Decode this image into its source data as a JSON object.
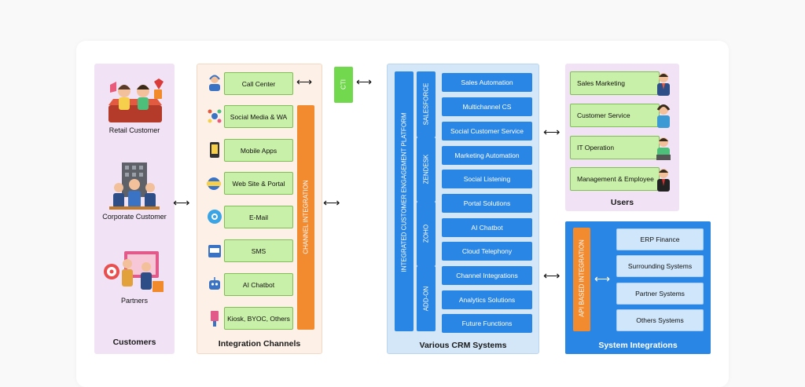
{
  "customers": {
    "title": "Customers",
    "items": [
      "Retail Customer",
      "Corporate Customer",
      "Partners"
    ]
  },
  "channels": {
    "title": "Integration Channels",
    "bar_label": "CHANNEL INTEGRATION",
    "items": [
      "Call Center",
      "Social Media & WA",
      "Mobile Apps",
      "Web Site & Portal",
      "E-Mail",
      "SMS",
      "AI Chatbot",
      "Kiosk, BYOC, Others"
    ]
  },
  "cti": {
    "label": "CTI"
  },
  "crm": {
    "title": "Various CRM Systems",
    "platform_label": "INTEGRATED CUSTOMER ENGAGEMENT PLATFORM",
    "vendors": [
      "SALESFORCE",
      "ZENDESK",
      "ZOHO",
      "ADD-ON"
    ],
    "items": [
      "Sales Automation",
      "Multichannel CS",
      "Social Customer Service",
      "Marketing Automation",
      "Social Listening",
      "Portal Solutions",
      "AI Chatbot",
      "Cloud Telephony",
      "Channel Integrations",
      "Analytics Solutions",
      "Future Functions"
    ]
  },
  "users": {
    "title": "Users",
    "items": [
      "Sales Marketing",
      "Customer Service",
      "IT Operation",
      "Management & Employee"
    ]
  },
  "system": {
    "title": "System Integrations",
    "bar_label": "API BASED INTEGRATION",
    "items": [
      "ERP Finance",
      "Surrounding Systems",
      "Partner Systems",
      "Others Systems"
    ]
  },
  "colors": {
    "green": "#c9f0a8",
    "orange": "#f28a30",
    "blue": "#2a86e4",
    "lavender": "#f1e3f5",
    "peach": "#fdf1e7"
  },
  "icons": [
    "retail-people-icon",
    "corporate-building-icon",
    "partners-meeting-icon",
    "call-agent-icon",
    "social-media-icon",
    "mobile-app-icon",
    "website-icon",
    "email-icon",
    "sms-icon",
    "chatbot-icon",
    "kiosk-icon",
    "sales-person-icon",
    "service-agent-icon",
    "it-person-icon",
    "manager-icon"
  ]
}
